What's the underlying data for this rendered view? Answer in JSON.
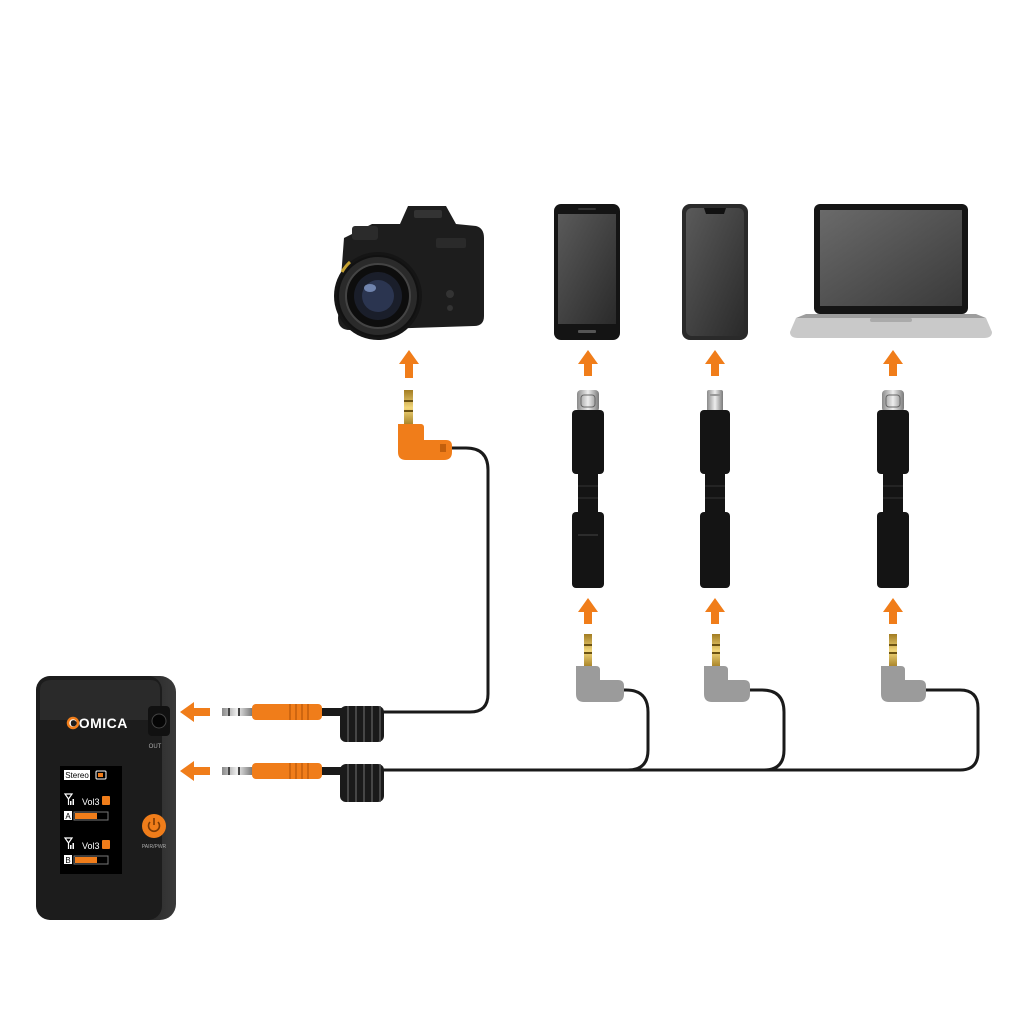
{
  "brand": "COMICA",
  "receiver": {
    "mode": "Stereo",
    "channel_a": {
      "label": "A",
      "volume_text": "Vol3"
    },
    "channel_b": {
      "label": "B",
      "volume_text": "Vol3"
    },
    "out_port_label": "OUT",
    "button_label": "PAIR/PWR"
  },
  "colors": {
    "accent": "#f07d1a",
    "cable": "#1a1a1a",
    "gray_plug": "#9b9b9b",
    "device_dark": "#1e1e1e"
  },
  "targets": [
    {
      "id": "camera",
      "icon": "dslr-camera-icon",
      "connector": "trs-3.5mm-right-angle-orange"
    },
    {
      "id": "android-phone",
      "icon": "android-phone-icon",
      "connector": "usb-c-adapter"
    },
    {
      "id": "iphone",
      "icon": "iphone-icon",
      "connector": "lightning-adapter"
    },
    {
      "id": "laptop",
      "icon": "laptop-icon",
      "connector": "usb-c-adapter"
    }
  ]
}
